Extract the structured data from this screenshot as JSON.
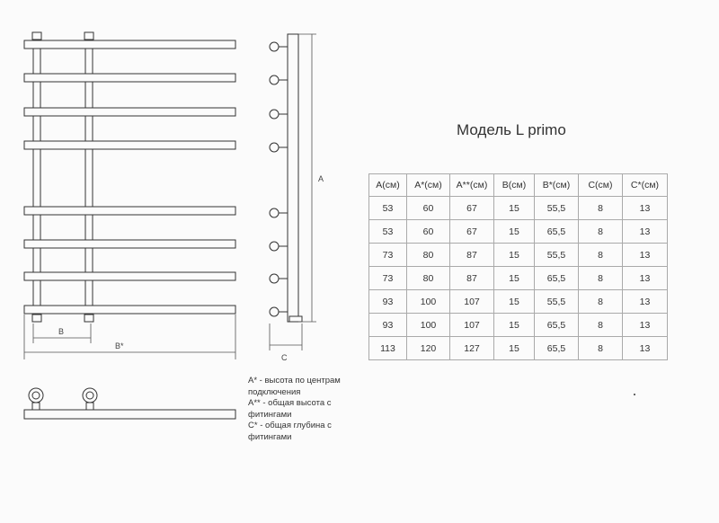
{
  "title": "Модель L primo",
  "drawing_labels": {
    "a": "A",
    "b": "B",
    "b_star": "B*",
    "c": "C"
  },
  "table": {
    "headers": [
      "A(см)",
      "A*(см)",
      "A**(см)",
      "B(см)",
      "B*(см)",
      "C(см)",
      "C*(см)"
    ],
    "rows": [
      [
        "53",
        "60",
        "67",
        "15",
        "55,5",
        "8",
        "13"
      ],
      [
        "53",
        "60",
        "67",
        "15",
        "65,5",
        "8",
        "13"
      ],
      [
        "73",
        "80",
        "87",
        "15",
        "55,5",
        "8",
        "13"
      ],
      [
        "73",
        "80",
        "87",
        "15",
        "65,5",
        "8",
        "13"
      ],
      [
        "93",
        "100",
        "107",
        "15",
        "55,5",
        "8",
        "13"
      ],
      [
        "93",
        "100",
        "107",
        "15",
        "65,5",
        "8",
        "13"
      ],
      [
        "113",
        "120",
        "127",
        "15",
        "65,5",
        "8",
        "13"
      ]
    ]
  },
  "notes": [
    "A* - высота по центрам",
    "подключения",
    "A** - общая высота с",
    "фитингами",
    "C* - общая глубина с",
    "фитингами"
  ]
}
